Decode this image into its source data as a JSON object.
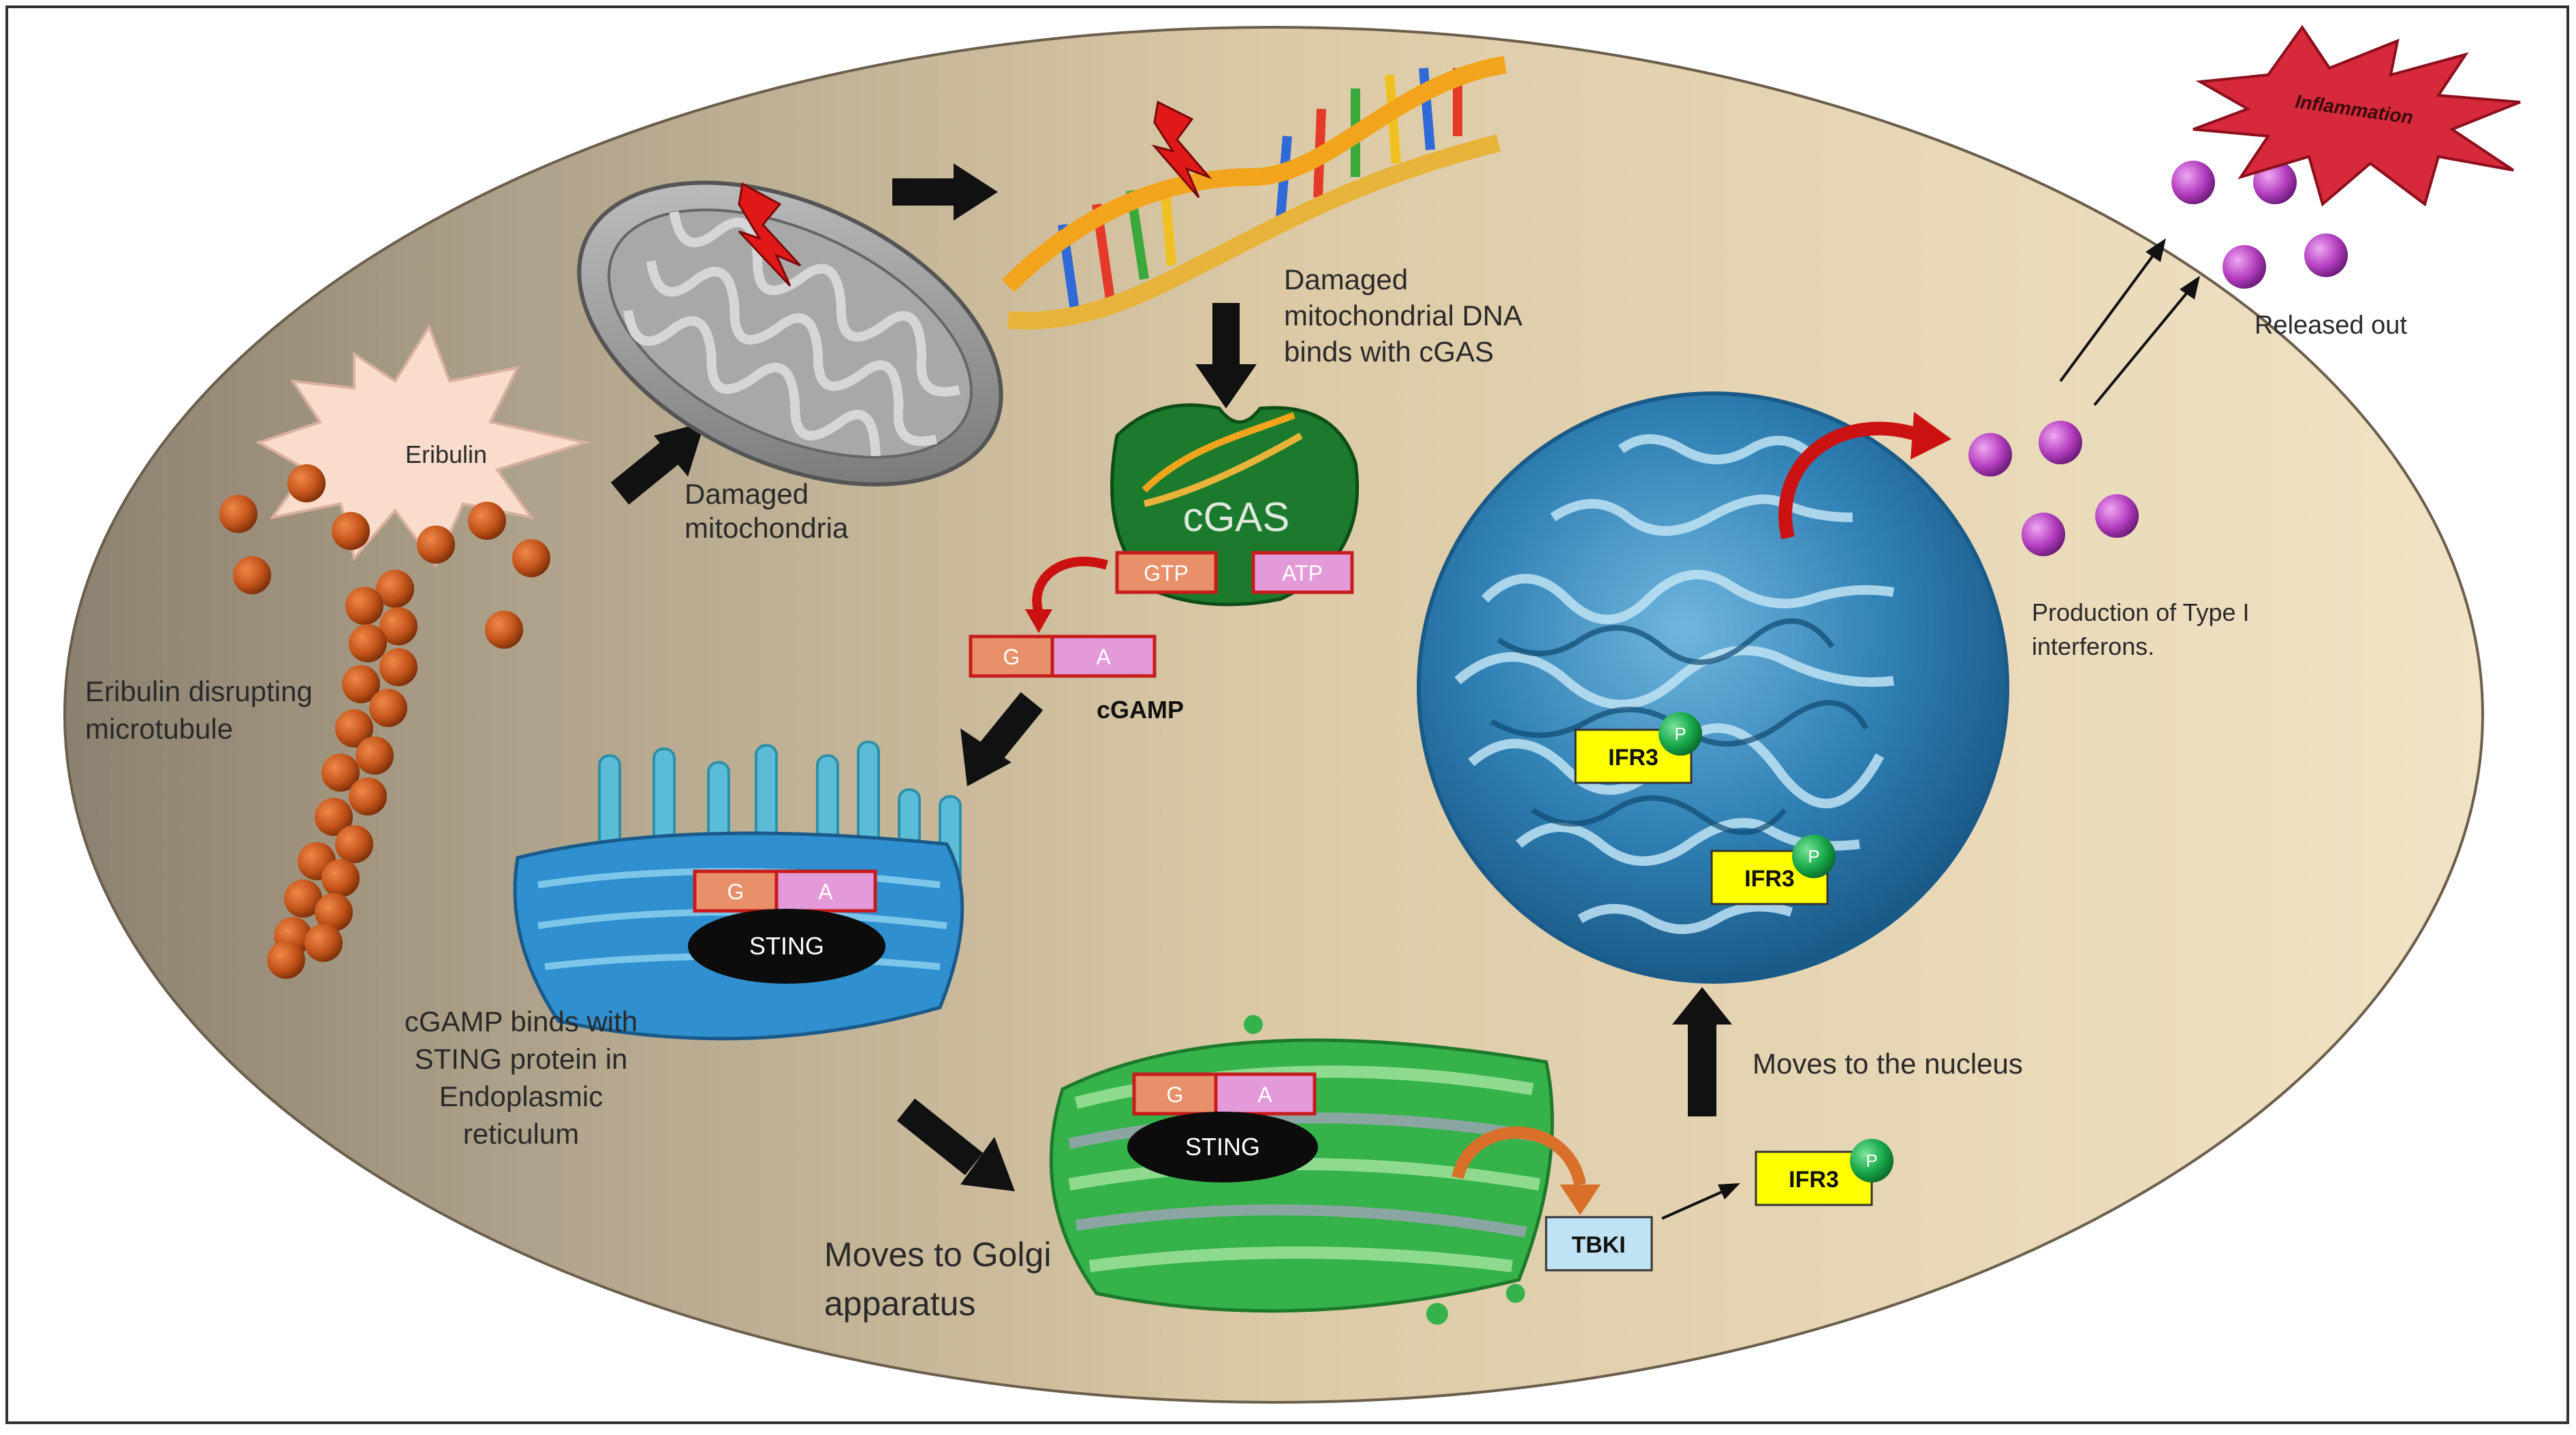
{
  "labels": {
    "eribulin": "Eribulin",
    "eribulin_disrupting_line1": "Eribulin disrupting",
    "eribulin_disrupting_line2": "microtubule",
    "damaged_mito_line1": "Damaged",
    "damaged_mito_line2": "mitochondria",
    "damaged_dna_line1": "Damaged",
    "damaged_dna_line2": "mitochondrial DNA",
    "damaged_dna_line3": "binds with cGAS",
    "cgas": "cGAS",
    "gtp": "GTP",
    "atp": "ATP",
    "g": "G",
    "a": "A",
    "cgamp": "cGAMP",
    "sting": "STING",
    "er_line1": "cGAMP binds with",
    "er_line2": "STING protein in",
    "er_line3": "Endoplasmic",
    "er_line4": "reticulum",
    "golgi_line1": "Moves to Golgi",
    "golgi_line2": "apparatus",
    "tbki": "TBKI",
    "ifr3": "IFR3",
    "p": "P",
    "nucleus": "Moves to the nucleus",
    "ifn_line1": "Production of Type I",
    "ifn_line2": "interferons.",
    "released": "Released out",
    "inflammation": "Inflammation"
  },
  "colors": {
    "cell_light": "#efdfbf",
    "cell_dark": "#8c8170",
    "arrow": "#111111",
    "red_arrow": "#cc1111",
    "orange_arrow": "#d8702a",
    "g_box": "#e8906a",
    "a_box": "#e39ad8",
    "box_border": "#c81b1b",
    "ifr3_box": "#ffff00",
    "tbki_box": "#bfe3f4",
    "phospho": "#18a84a",
    "interferon": "#b43fbf",
    "inflammation": "#d62a3c",
    "bead": "#c4541a",
    "er": "#2f8fcf",
    "golgi": "#36b24a",
    "nucleus": "#2f86bb",
    "cgas": "#176b25",
    "mito": "#8c8c8c"
  },
  "icons": [
    "lightning-icon",
    "mitochondrion-icon",
    "dna-helix-icon",
    "starburst-icon",
    "microtubule-beads-icon",
    "er-icon",
    "golgi-icon",
    "nucleus-icon",
    "phosphate-icon",
    "interferon-molecule-icon",
    "inflammation-burst-icon"
  ]
}
